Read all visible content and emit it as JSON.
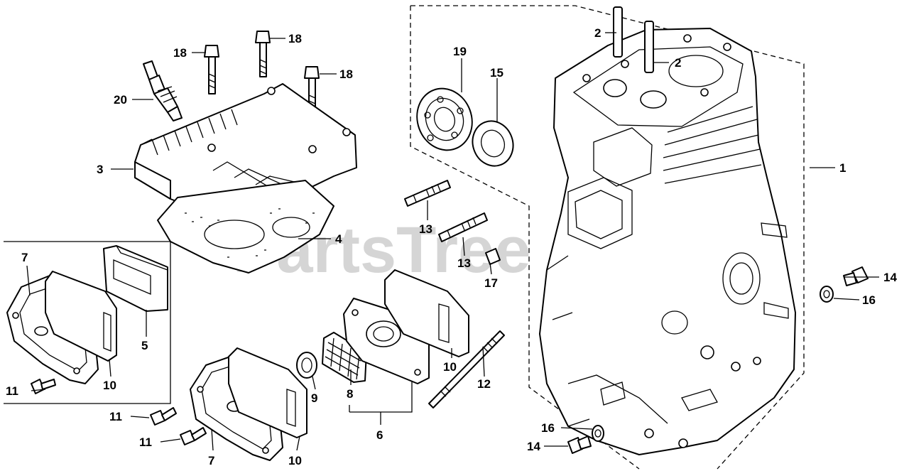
{
  "watermark": "PartsTree",
  "callouts": {
    "p1": "1",
    "p2a": "2",
    "p2b": "2",
    "p3": "3",
    "p4": "4",
    "p5": "5",
    "p6": "6",
    "p7a": "7",
    "p7b": "7",
    "p8": "8",
    "p9": "9",
    "p10a": "10",
    "p10b": "10",
    "p10c": "10",
    "p11a": "11",
    "p11b": "11",
    "p11c": "11",
    "p12": "12",
    "p13a": "13",
    "p13b": "13",
    "p14a": "14",
    "p14b": "14",
    "p15": "15",
    "p16a": "16",
    "p16b": "16",
    "p17": "17",
    "p18a": "18",
    "p18b": "18",
    "p18c": "18",
    "p19": "19",
    "p20": "20"
  }
}
